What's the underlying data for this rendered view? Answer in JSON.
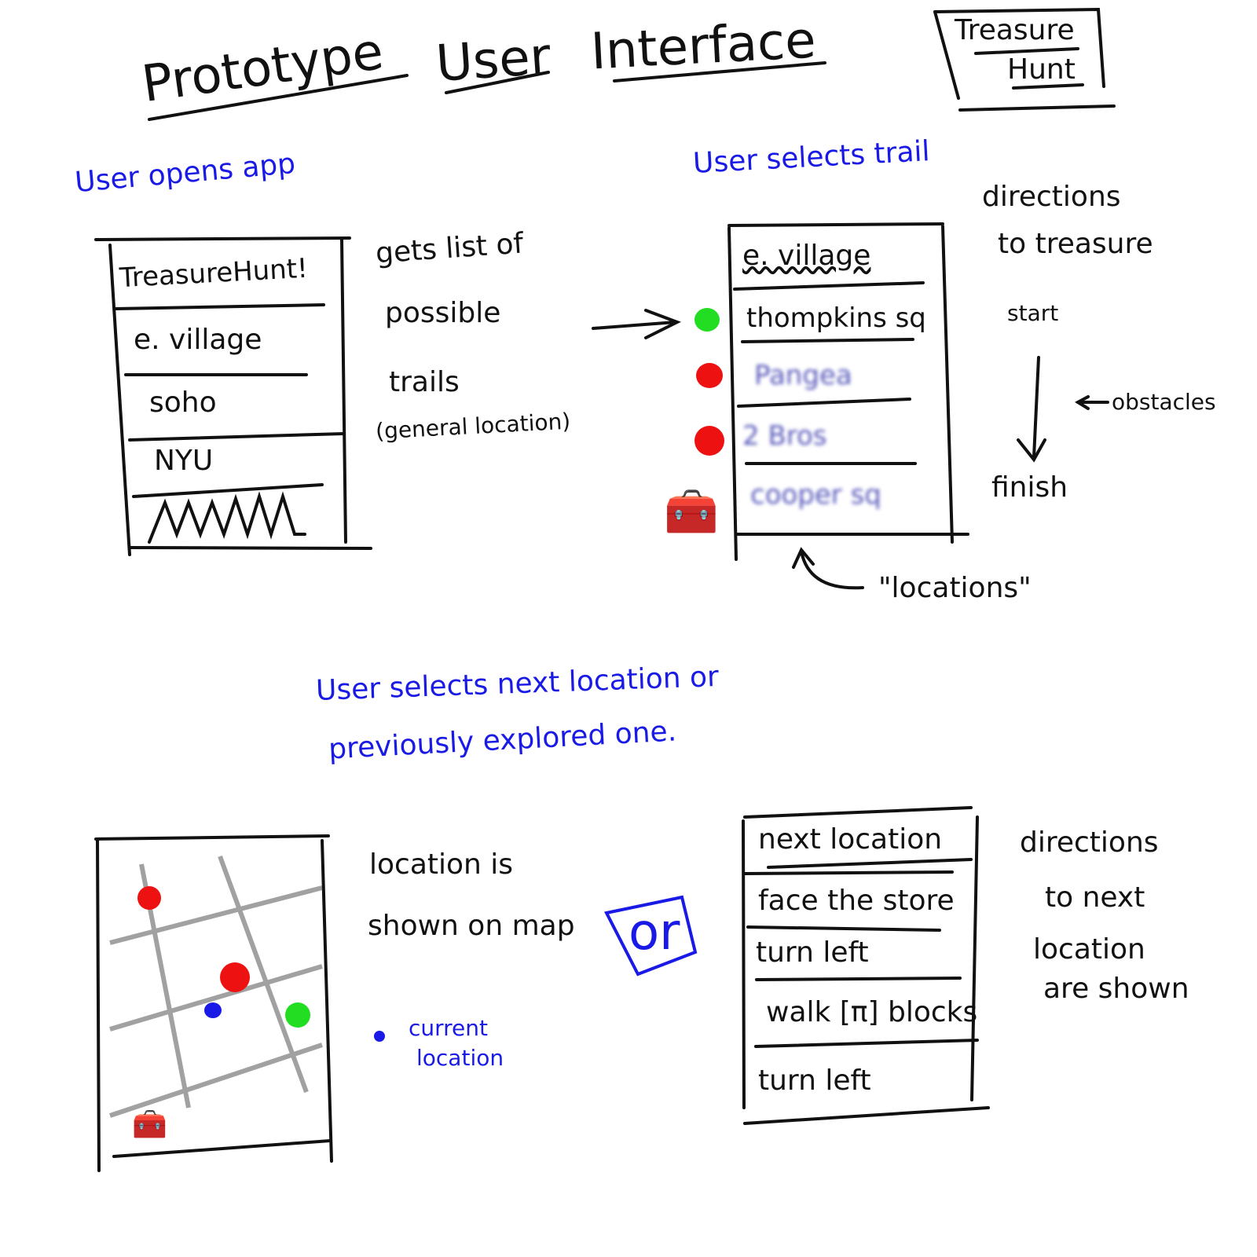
{
  "header": {
    "title_words": [
      "Prototype",
      "User",
      "Interface"
    ],
    "logo": [
      "Treasure",
      "Hunt"
    ]
  },
  "step1": {
    "caption": "User opens app",
    "screen": {
      "title": "TreasureHunt!",
      "items": [
        "e. village",
        "soho",
        "NYU"
      ]
    },
    "note": [
      "gets list of",
      "possible",
      "trails",
      "(general location)"
    ]
  },
  "step2": {
    "caption": "User selects trail",
    "screen": {
      "title": "e. village",
      "items": [
        "thompkins sq",
        "Pangea",
        "2 Bros",
        "cooper sq"
      ]
    },
    "markers": [
      "green",
      "red",
      "red",
      "treasure"
    ],
    "side": [
      "directions",
      "to treasure",
      "start",
      "finish"
    ],
    "obstacles": "obstacles",
    "locations": "\"locations\""
  },
  "step3": {
    "caption": [
      "User selects next location or",
      "previously explored one."
    ],
    "map_note": [
      "location is",
      "shown on map"
    ],
    "or": "or",
    "legend": [
      "current",
      "location"
    ],
    "screen": {
      "title": "next location",
      "items": [
        "face the store",
        "turn left",
        "walk [π] blocks",
        "turn left"
      ]
    },
    "side": [
      "directions",
      "to next",
      "location",
      "are shown"
    ]
  },
  "colors": {
    "green": "#22dd22",
    "red": "#ee1111",
    "blue": "#1a1ae6"
  }
}
